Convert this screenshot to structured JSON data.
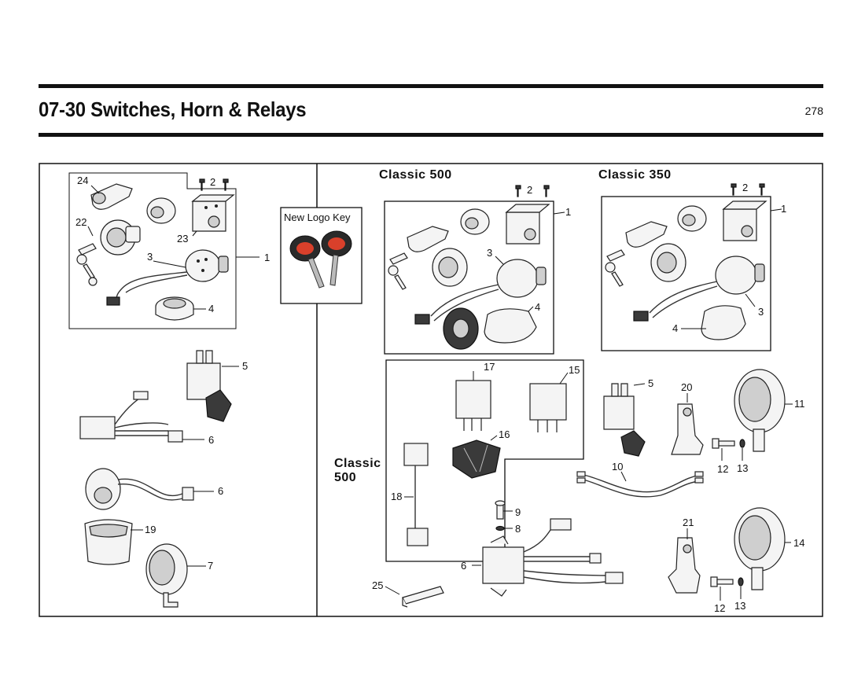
{
  "header": {
    "title": "07-30 Switches, Horn & Relays",
    "page_number": "278"
  },
  "sections": {
    "classic500_top": "Classic 500",
    "classic350_top": "Classic 350",
    "classic500_relays_line1": "Classic",
    "classic500_relays_line2": "500",
    "new_logo_key": "New Logo Key"
  },
  "callouts": {
    "left": {
      "c24": "24",
      "c2": "2",
      "c22": "22",
      "c23": "23",
      "c3": "3",
      "c1": "1",
      "c4": "4",
      "c5": "5",
      "c6a": "6",
      "c6b": "6",
      "c19": "19",
      "c7": "7"
    },
    "mid": {
      "c2": "2",
      "c1": "1",
      "c3": "3",
      "c4": "4",
      "c17": "17",
      "c15": "15",
      "c16": "16",
      "c18": "18",
      "c9": "9",
      "c8": "8",
      "c6": "6",
      "c25": "25"
    },
    "right": {
      "c2": "2",
      "c1": "1",
      "c3": "3",
      "c4": "4",
      "c5": "5",
      "c20": "20",
      "c11": "11",
      "c12a": "12",
      "c13a": "13",
      "c10": "10",
      "c21": "21",
      "c14": "14",
      "c12b": "12",
      "c13b": "13"
    }
  },
  "colors": {
    "key_accent": "#d9402b"
  }
}
